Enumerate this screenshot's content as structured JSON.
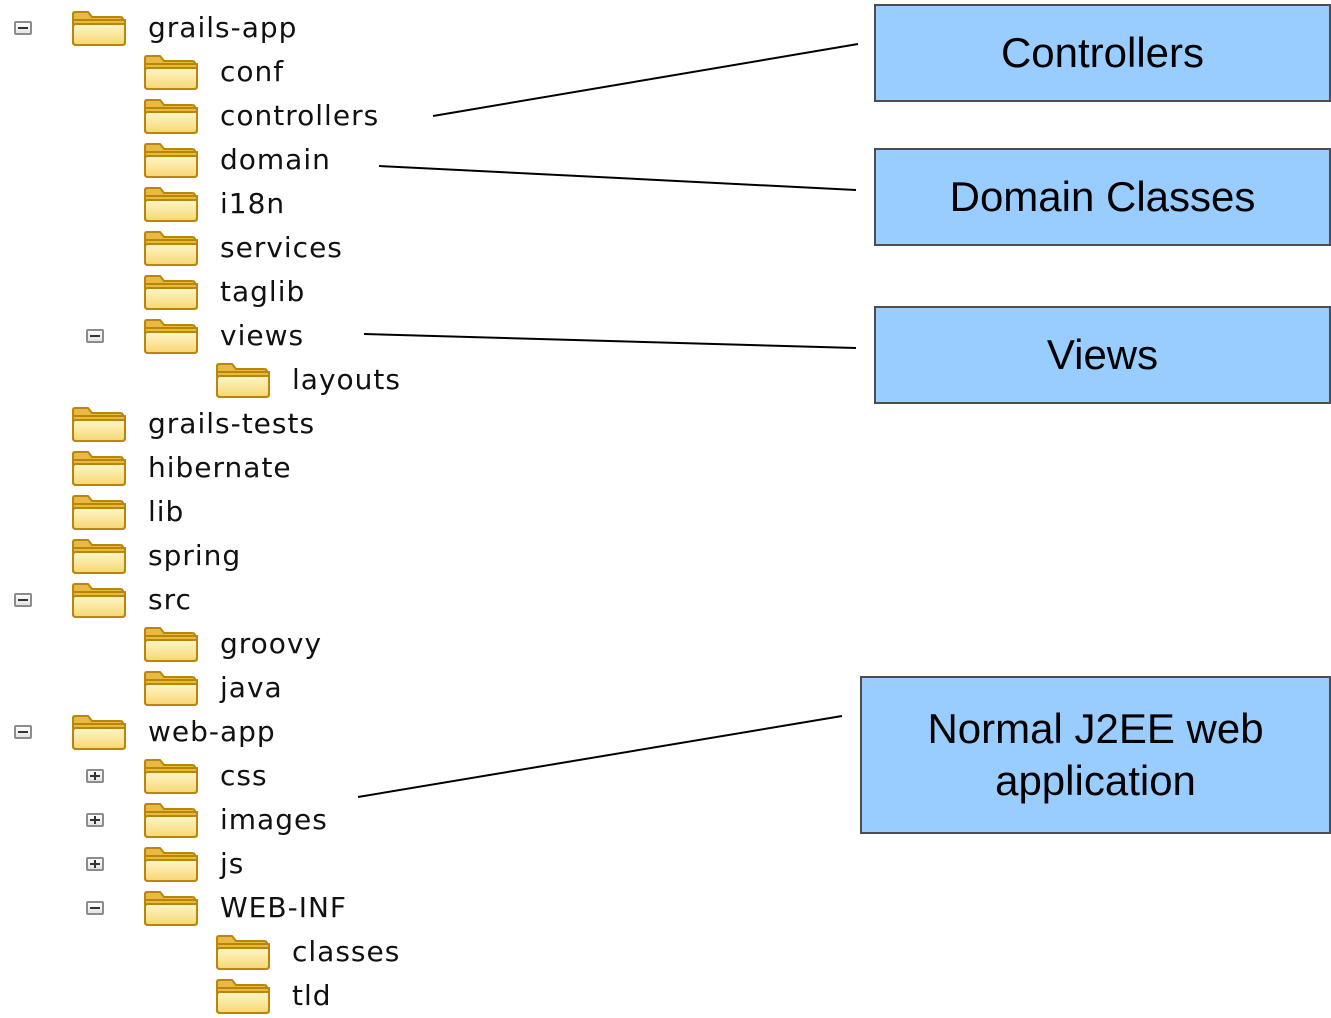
{
  "tree": [
    {
      "label": "grails-app",
      "depth": 0,
      "toggle": "minus"
    },
    {
      "label": "conf",
      "depth": 1,
      "toggle": ""
    },
    {
      "label": "controllers",
      "depth": 1,
      "toggle": ""
    },
    {
      "label": "domain",
      "depth": 1,
      "toggle": ""
    },
    {
      "label": "i18n",
      "depth": 1,
      "toggle": ""
    },
    {
      "label": "services",
      "depth": 1,
      "toggle": ""
    },
    {
      "label": "taglib",
      "depth": 1,
      "toggle": ""
    },
    {
      "label": "views",
      "depth": 1,
      "toggle": "minus"
    },
    {
      "label": "layouts",
      "depth": 2,
      "toggle": ""
    },
    {
      "label": "grails-tests",
      "depth": 0,
      "toggle": ""
    },
    {
      "label": "hibernate",
      "depth": 0,
      "toggle": ""
    },
    {
      "label": "lib",
      "depth": 0,
      "toggle": ""
    },
    {
      "label": "spring",
      "depth": 0,
      "toggle": ""
    },
    {
      "label": "src",
      "depth": 0,
      "toggle": "minus"
    },
    {
      "label": "groovy",
      "depth": 1,
      "toggle": ""
    },
    {
      "label": "java",
      "depth": 1,
      "toggle": ""
    },
    {
      "label": "web-app",
      "depth": 0,
      "toggle": "minus"
    },
    {
      "label": "css",
      "depth": 1,
      "toggle": "plus"
    },
    {
      "label": "images",
      "depth": 1,
      "toggle": "plus"
    },
    {
      "label": "js",
      "depth": 1,
      "toggle": "plus"
    },
    {
      "label": "WEB-INF",
      "depth": 1,
      "toggle": "minus"
    },
    {
      "label": "classes",
      "depth": 2,
      "toggle": ""
    },
    {
      "label": "tld",
      "depth": 2,
      "toggle": ""
    }
  ],
  "callouts": [
    {
      "lines": [
        "Controllers"
      ],
      "target": "controllers"
    },
    {
      "lines": [
        "Domain Classes"
      ],
      "target": "domain"
    },
    {
      "lines": [
        "Views"
      ],
      "target": "views"
    },
    {
      "lines": [
        "Normal J2EE web",
        "application"
      ],
      "target": "images"
    }
  ],
  "colors": {
    "callout_fill": "#99ccff",
    "folder_front": "#f7d774",
    "folder_back": "#e9b944",
    "folder_outline": "#b8860b"
  }
}
